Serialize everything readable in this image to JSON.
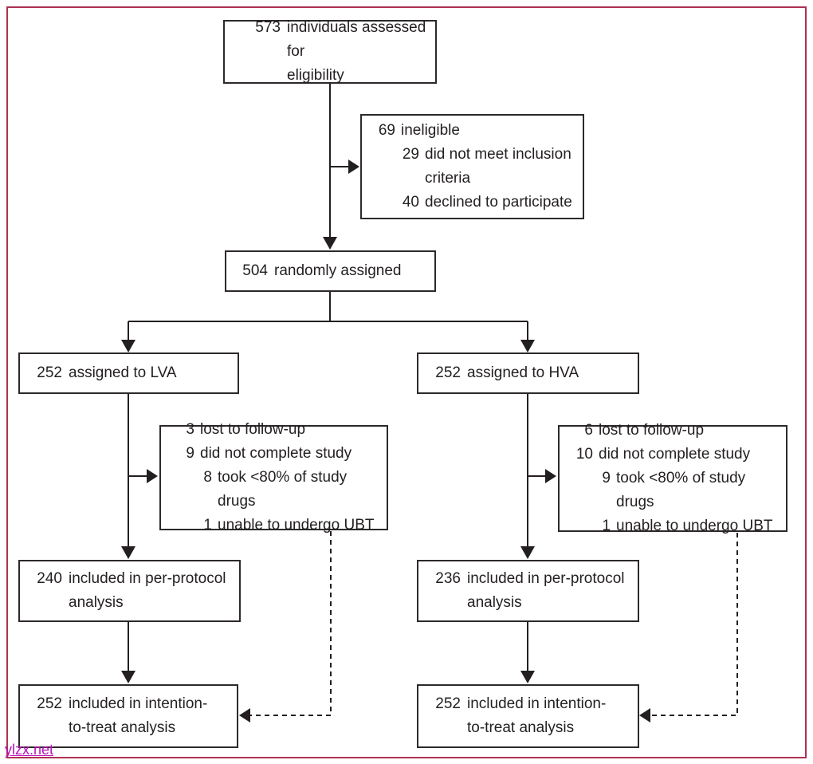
{
  "colors": {
    "frame": "#ae3152",
    "box-border": "#2d292a",
    "text": "#231f20",
    "connector": "#231f20",
    "watermark": "#bb11bb"
  },
  "watermark": {
    "text": "ylzx.net"
  },
  "flowchart": {
    "boxes": {
      "assessed": {
        "lines": [
          {
            "num": "573",
            "text": "individuals assessed for\neligibility"
          }
        ]
      },
      "ineligible": {
        "lines": [
          {
            "num": "69",
            "text": "ineligible"
          },
          {
            "num": "29",
            "text": "did not meet inclusion\ncriteria"
          },
          {
            "num": "40",
            "text": "declined to participate"
          }
        ]
      },
      "randomized": {
        "lines": [
          {
            "num": "504",
            "text": "randomly assigned"
          }
        ]
      },
      "lva": {
        "lines": [
          {
            "num": "252",
            "text": "assigned to LVA"
          }
        ]
      },
      "hva": {
        "lines": [
          {
            "num": "252",
            "text": "assigned to HVA"
          }
        ]
      },
      "lva_lost": {
        "lines": [
          {
            "num": "3",
            "text": "lost to follow-up"
          },
          {
            "num": "9",
            "text": "did not complete study"
          },
          {
            "num": "8",
            "text": "took <80% of study drugs"
          },
          {
            "num": "1",
            "text": "unable to undergo UBT"
          }
        ]
      },
      "hva_lost": {
        "lines": [
          {
            "num": "6",
            "text": "lost to follow-up"
          },
          {
            "num": "10",
            "text": "did not complete study"
          },
          {
            "num": "9",
            "text": "took <80% of study drugs"
          },
          {
            "num": "1",
            "text": "unable to undergo UBT"
          }
        ]
      },
      "lva_pp": {
        "lines": [
          {
            "num": "240",
            "text": "included in per-protocol\nanalysis"
          }
        ]
      },
      "hva_pp": {
        "lines": [
          {
            "num": "236",
            "text": "included in per-protocol\nanalysis"
          }
        ]
      },
      "lva_itt": {
        "lines": [
          {
            "num": "252",
            "text": "included in intention-\nto-treat analysis"
          }
        ]
      },
      "hva_itt": {
        "lines": [
          {
            "num": "252",
            "text": "included in intention-\nto-treat analysis"
          }
        ]
      }
    }
  }
}
